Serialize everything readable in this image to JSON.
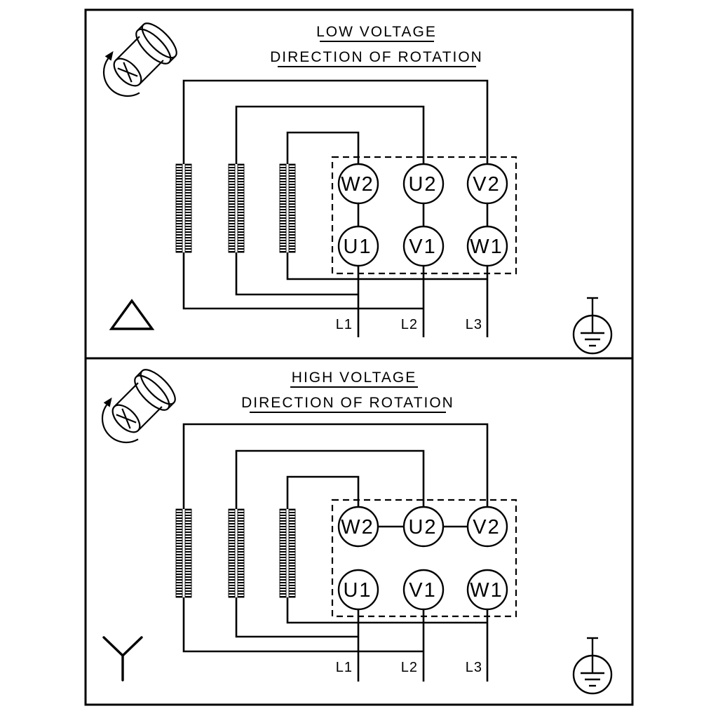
{
  "page": {
    "background": "#ffffff",
    "line_color": "#000000"
  },
  "panels": [
    {
      "id": "low-voltage",
      "title": "LOW VOLTAGE",
      "subtitle": "DIRECTION OF ROTATION",
      "connection": "delta",
      "terminals_top": [
        "W2",
        "U2",
        "V2"
      ],
      "terminals_bottom": [
        "U1",
        "V1",
        "W1"
      ],
      "supply_lines": [
        "L1",
        "L2",
        "L3"
      ],
      "icons": [
        "shaft-rotation-icon",
        "delta-connection-icon",
        "earth-ground-icon"
      ]
    },
    {
      "id": "high-voltage",
      "title": "HIGH VOLTAGE",
      "subtitle": "DIRECTION OF ROTATION",
      "connection": "star",
      "terminals_top": [
        "W2",
        "U2",
        "V2"
      ],
      "terminals_bottom": [
        "U1",
        "V1",
        "W1"
      ],
      "supply_lines": [
        "L1",
        "L2",
        "L3"
      ],
      "icons": [
        "shaft-rotation-icon",
        "star-connection-icon",
        "earth-ground-icon"
      ]
    }
  ]
}
